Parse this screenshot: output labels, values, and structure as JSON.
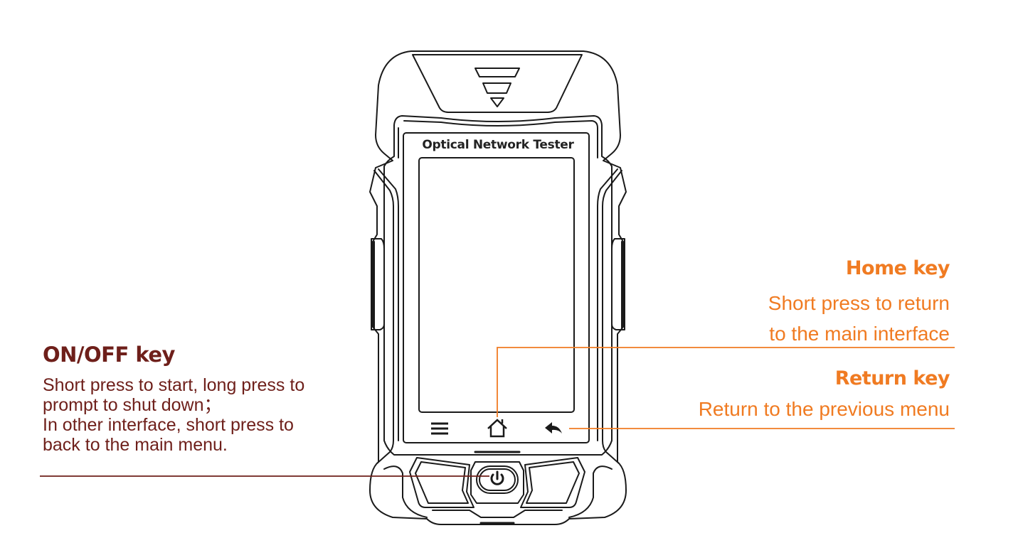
{
  "device": {
    "screen_title": "Optical Network Tester",
    "screen_keys": [
      {
        "name": "menu",
        "icon": "menu-icon"
      },
      {
        "name": "home",
        "icon": "home-icon"
      },
      {
        "name": "return",
        "icon": "return-arrow-icon"
      }
    ],
    "power_button_icon": "power-icon"
  },
  "callouts": {
    "onoff": {
      "title": "ON/OFF key",
      "lines": [
        "Short press to start, long press to",
        "prompt to shut down；",
        "In other interface, short press to",
        "back to the main menu."
      ],
      "color": "#6e1f1a"
    },
    "home": {
      "title": "Home key",
      "lines": [
        "Short press to return",
        "to the main interface"
      ],
      "color": "#f07b22"
    },
    "return": {
      "title": "Return key",
      "lines": [
        "Return to the previous menu"
      ],
      "color": "#f07b22"
    }
  }
}
